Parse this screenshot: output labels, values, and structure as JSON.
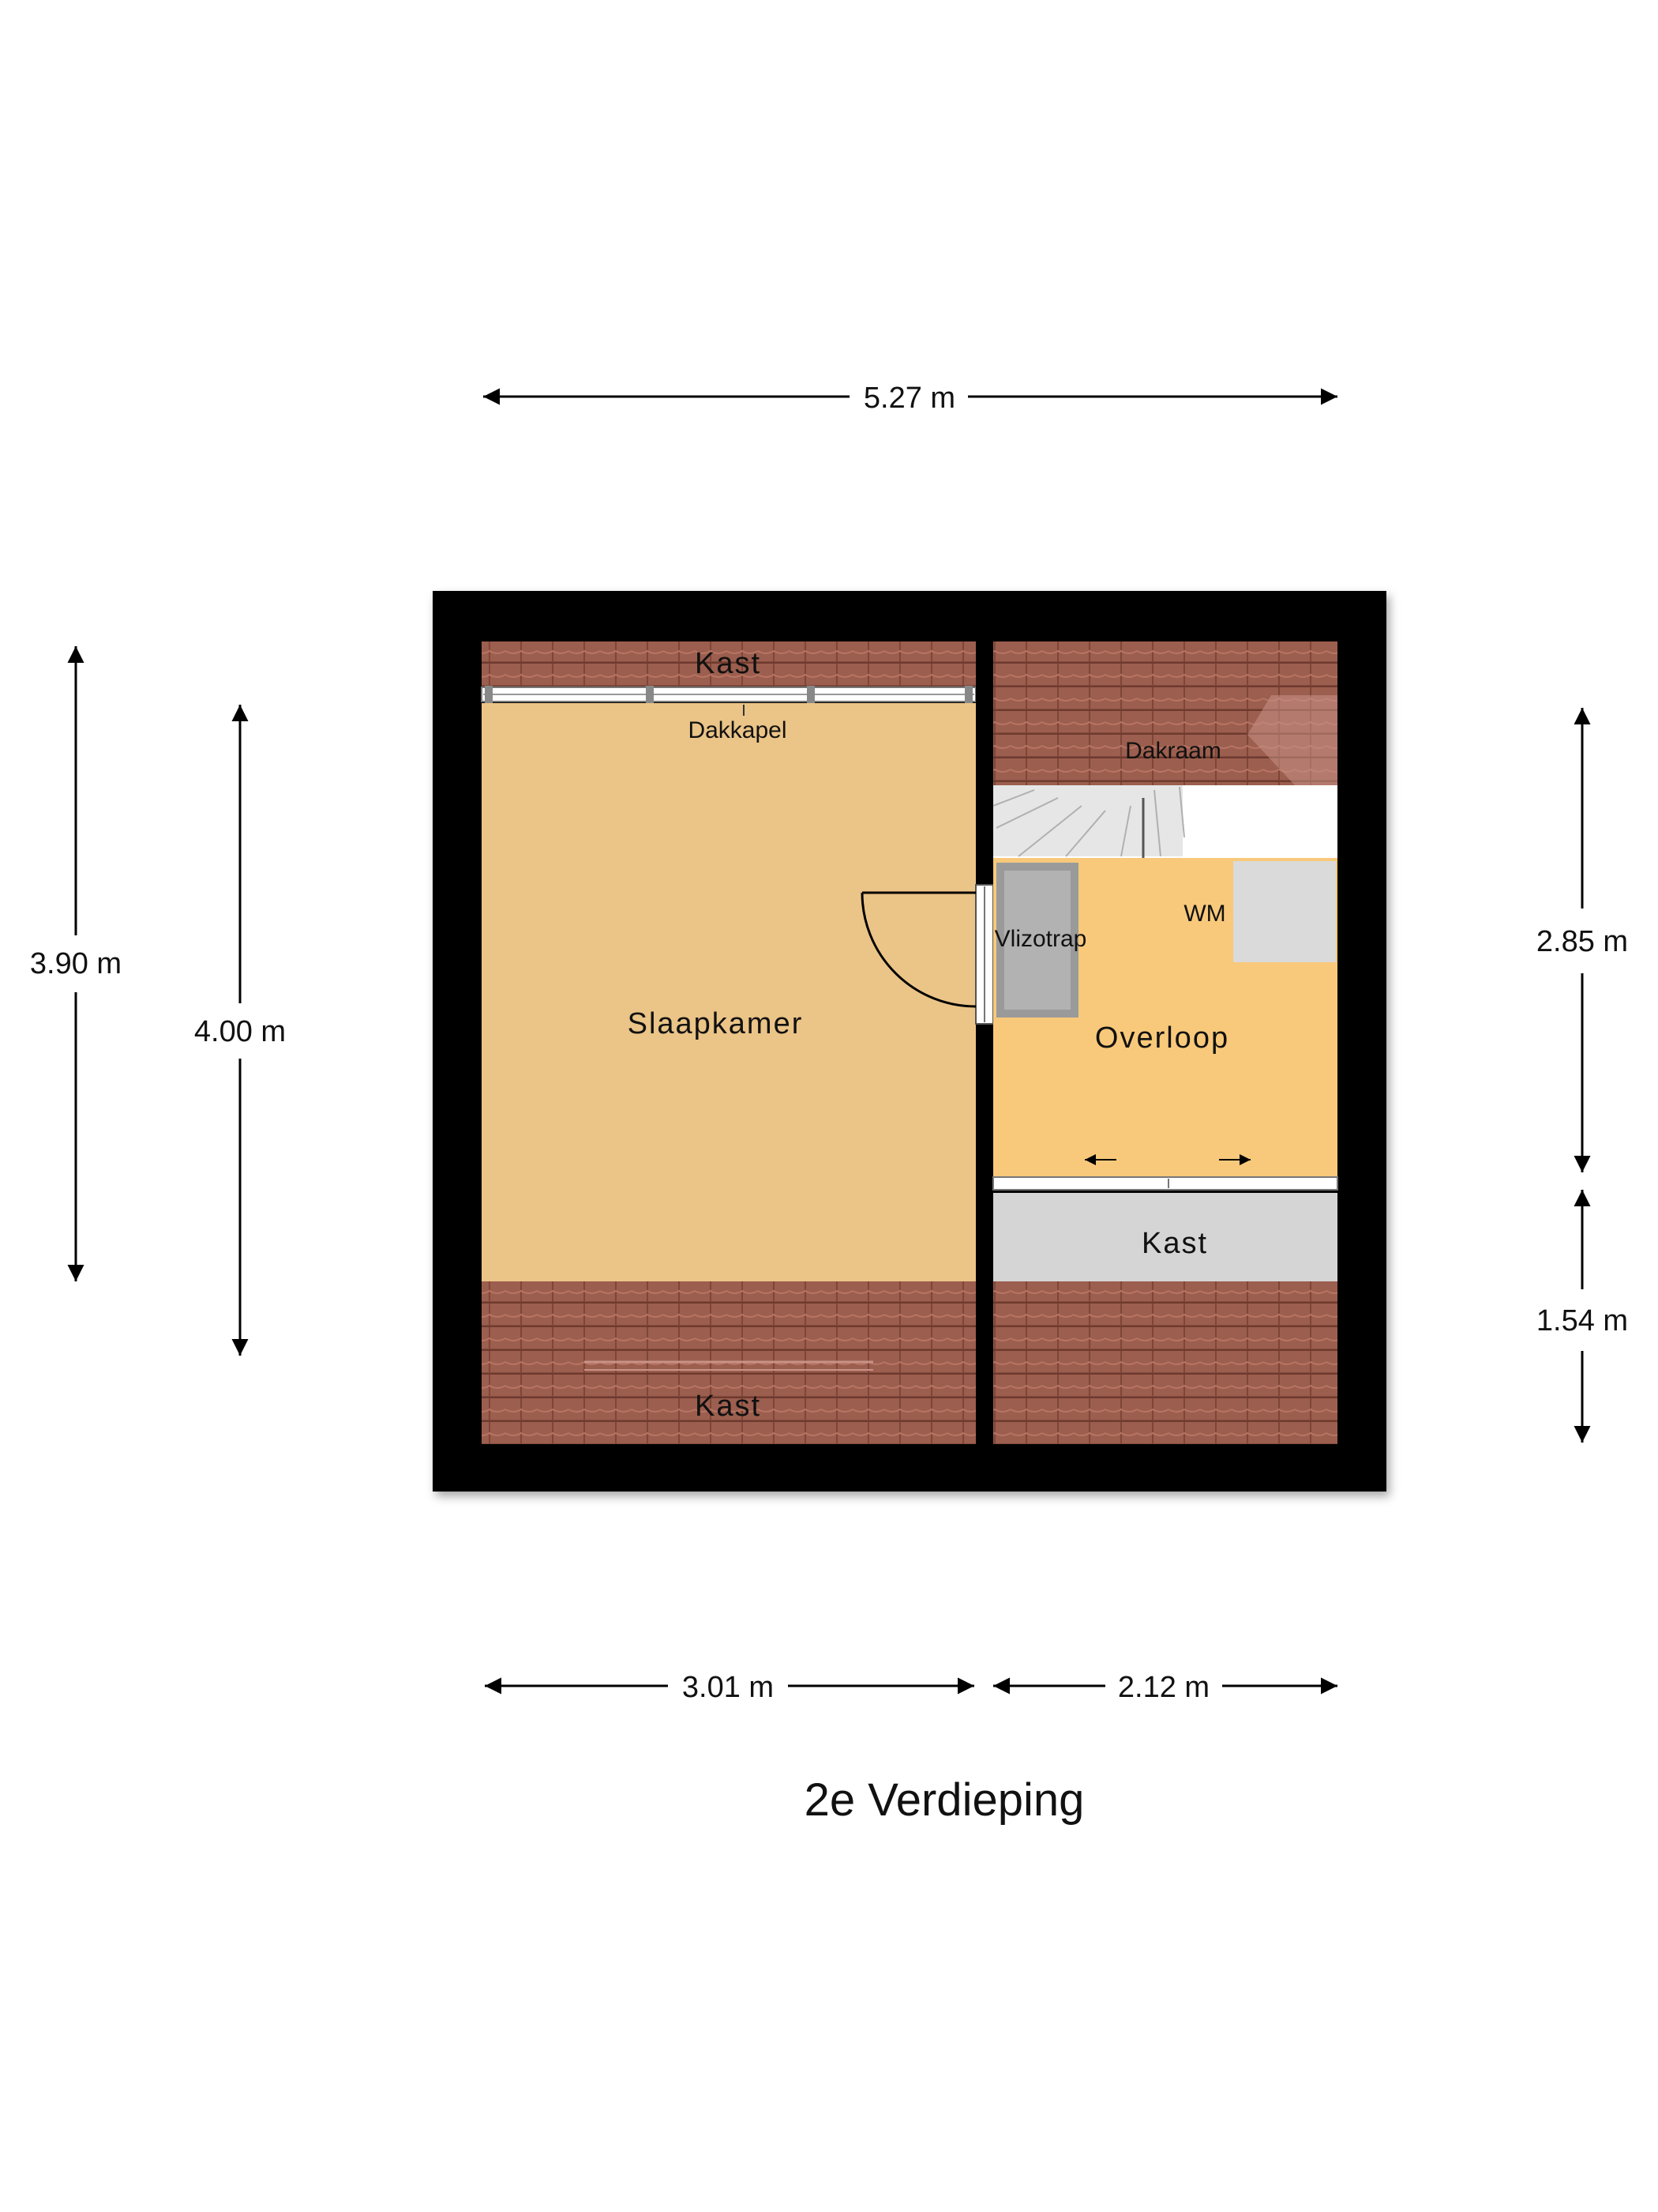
{
  "title": "2e Verdieping",
  "rooms": {
    "slaapkamer": "Slaapkamer",
    "overloop": "Overloop",
    "kast_top": "Kast",
    "kast_bottom": "Kast",
    "kast_right": "Kast"
  },
  "labels": {
    "dakkapel": "Dakkapel",
    "dakraam": "Dakraam",
    "vlizotrap": "Vlizotrap",
    "wm": "WM"
  },
  "dimensions": {
    "overall_width": "5.27 m",
    "left_height_outer": "3.90 m",
    "left_height_inner": "4.00 m",
    "right_height_upper": "2.85 m",
    "right_height_lower": "1.54 m",
    "bottom_width_left": "3.01 m",
    "bottom_width_right": "2.12 m"
  },
  "colors": {
    "wall": "#000000",
    "slaapkamer_floor": "#EBC487",
    "overloop_floor": "#F8C97A",
    "roof_tile": "#9C5E4E",
    "roof_tile_line": "#6E3A2E",
    "storage": "#D5D5D5"
  }
}
